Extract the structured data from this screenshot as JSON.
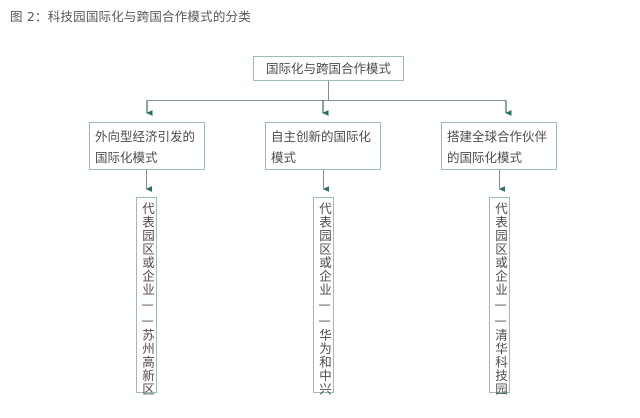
{
  "figure": {
    "title": "图 2：科技园国际化与跨国合作模式的分类",
    "type": "tree-diagram",
    "colors": {
      "box_border": "#9dbdb4",
      "connector": "#2f6f6b",
      "text": "#4d4d4f",
      "title_text": "#59595b",
      "background": "#ffffff"
    }
  },
  "diagram": {
    "root": {
      "label": "国际化与跨国合作模式"
    },
    "branches": [
      {
        "label_line1": "外向型经济引发的",
        "label_line2": "国际化模式",
        "detail": "代表园区或企业——苏州高新区"
      },
      {
        "label_line1": "自主创新的国际化",
        "label_line2": "模式",
        "detail": "代表园区或企业——华为和中兴"
      },
      {
        "label_line1": "搭建全球合作伙伴",
        "label_line2": "的国际化模式",
        "detail": "代表园区或企业——清华科技园"
      }
    ]
  }
}
